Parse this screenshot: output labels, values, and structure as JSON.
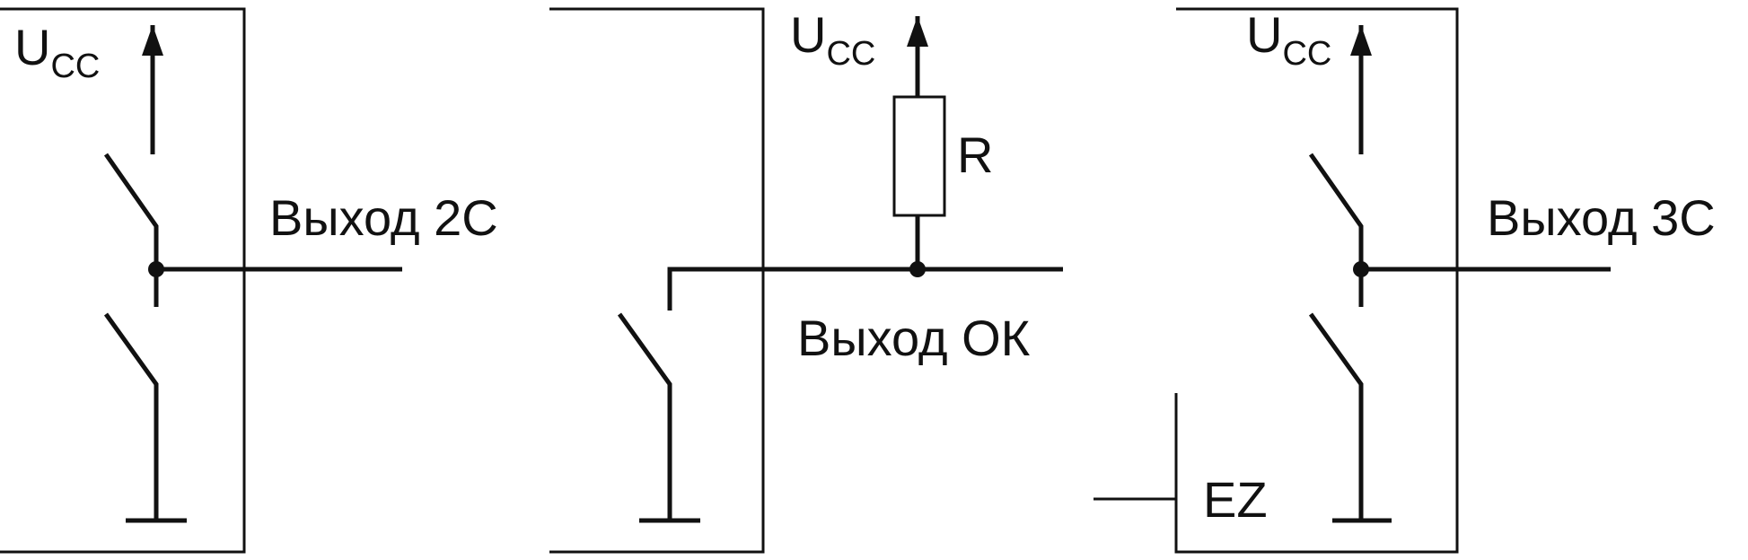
{
  "circuits": {
    "two_state": {
      "supply": {
        "main": "U",
        "sub": "CC"
      },
      "output_label": "Выход 2С"
    },
    "open_collector": {
      "supply": {
        "main": "U",
        "sub": "CC"
      },
      "resistor_label": "R",
      "output_label": "Выход ОК"
    },
    "three_state": {
      "supply": {
        "main": "U",
        "sub": "CC"
      },
      "output_label": "Выход 3С",
      "enable_label": "EZ"
    }
  }
}
